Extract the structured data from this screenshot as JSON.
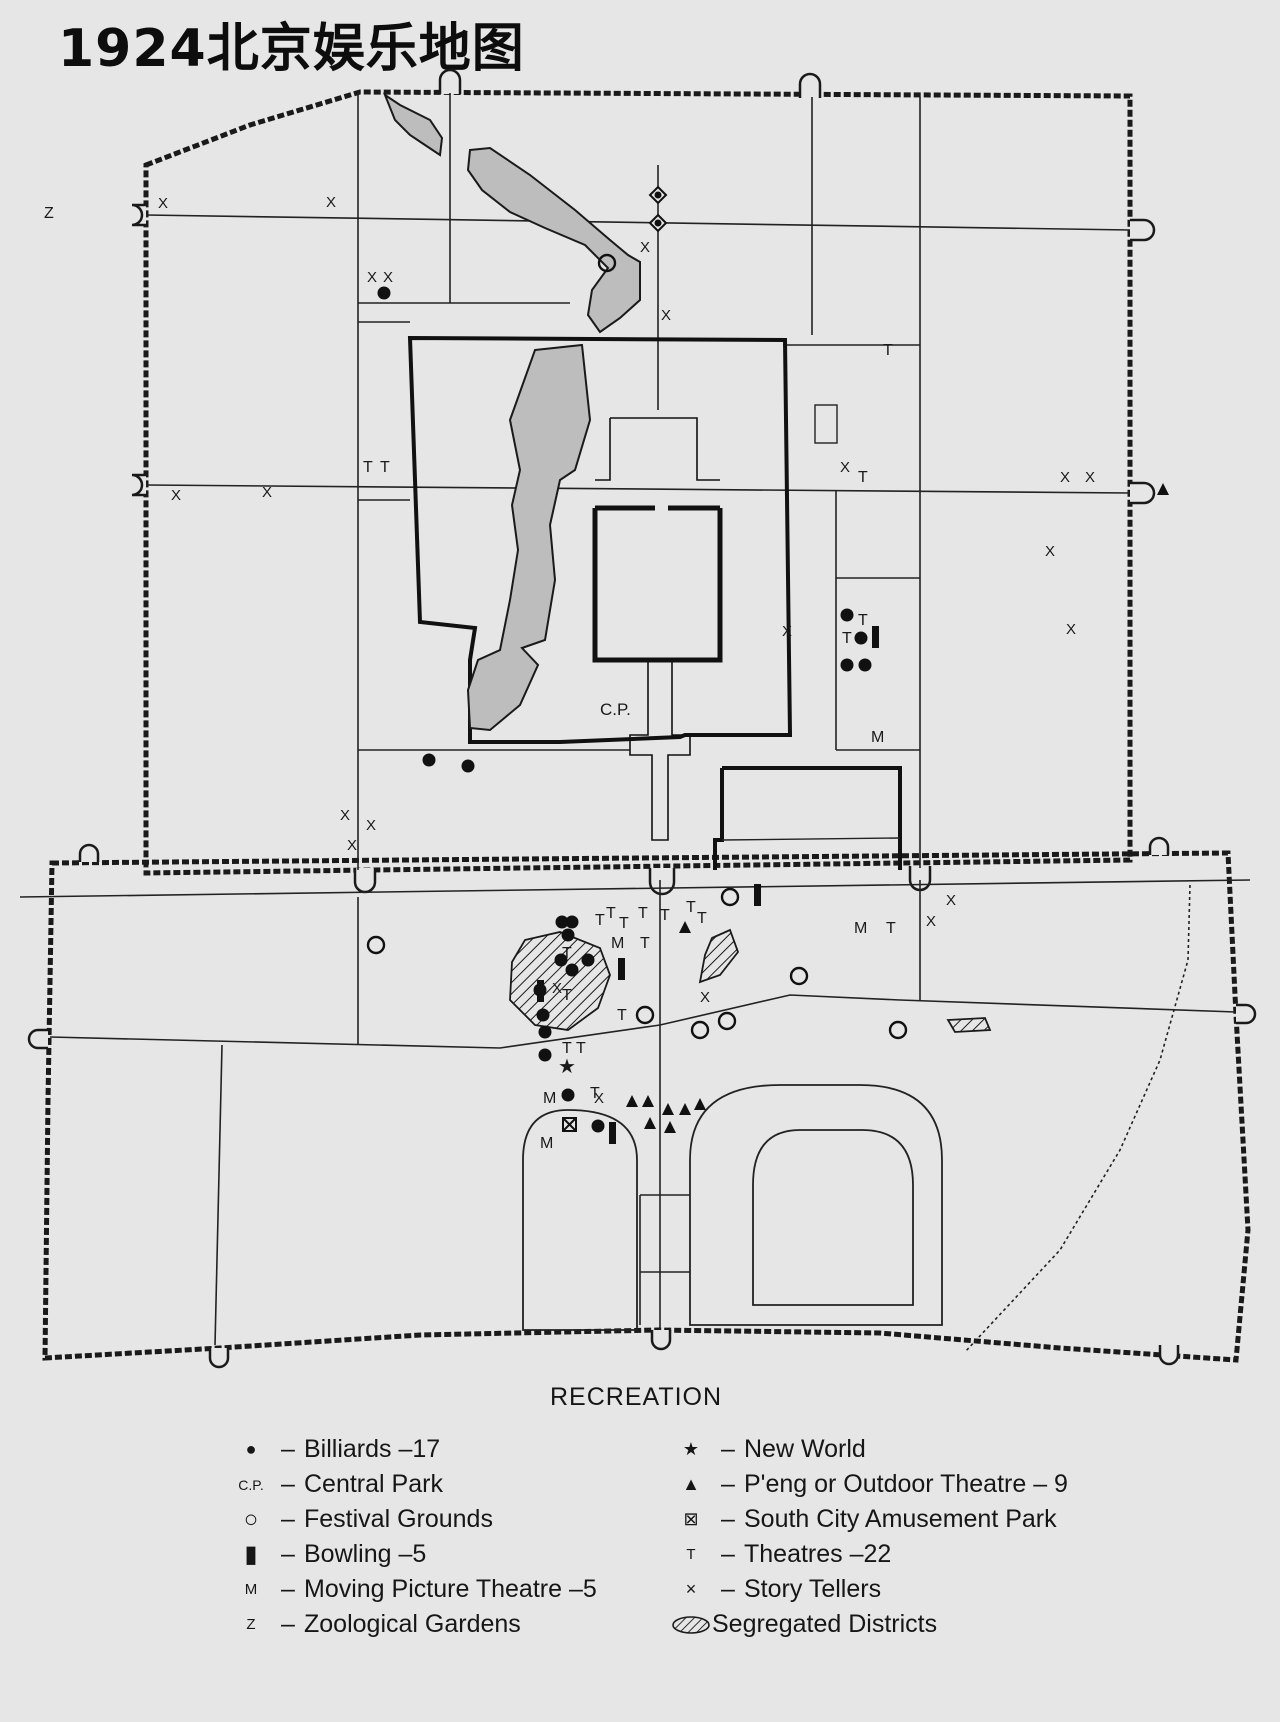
{
  "title": "1924北京娱乐地图",
  "map_labels": {
    "central_park": "C.P.",
    "zoo": "Z",
    "story_teller": "X",
    "theatre": "T",
    "moving_picture": "M"
  },
  "legend": {
    "title": "RECREATION",
    "left": [
      {
        "icon": "billiards-dot-icon",
        "symbol": "●",
        "dash": "–",
        "label": "Billiards –17"
      },
      {
        "icon": "central-park-abbrev-icon",
        "symbol": "C.P.",
        "dash": "–",
        "label": "Central Park"
      },
      {
        "icon": "festival-circle-icon",
        "symbol": "○",
        "dash": "–",
        "label": "Festival Grounds"
      },
      {
        "icon": "bowling-bar-icon",
        "symbol": "▮",
        "dash": "–",
        "label": "Bowling –5"
      },
      {
        "icon": "moving-picture-m-icon",
        "symbol": "M",
        "dash": "–",
        "label": "Moving Picture Theatre –5"
      },
      {
        "icon": "zoo-z-icon",
        "symbol": "Z",
        "dash": "–",
        "label": "Zoological Gardens"
      }
    ],
    "right": [
      {
        "icon": "star-icon",
        "symbol": "★",
        "dash": "–",
        "label": "New World"
      },
      {
        "icon": "triangle-icon",
        "symbol": "▲",
        "dash": "–",
        "label": "P'eng or Outdoor Theatre – 9"
      },
      {
        "icon": "boxed-x-icon",
        "symbol": "⊠",
        "dash": "–",
        "label": "South City Amusement Park"
      },
      {
        "icon": "theatre-t-icon",
        "symbol": "T",
        "dash": "–",
        "label": "Theatres –22"
      },
      {
        "icon": "story-teller-x-icon",
        "symbol": "×",
        "dash": "–",
        "label": "Story Tellers"
      },
      {
        "icon": "hatched-area-icon",
        "symbol": "",
        "dash": "",
        "label": "Segregated Districts"
      }
    ]
  },
  "colors": {
    "background": "#e6e6e6",
    "ink": "#1a1a1a",
    "water": "#bdbdbd"
  }
}
